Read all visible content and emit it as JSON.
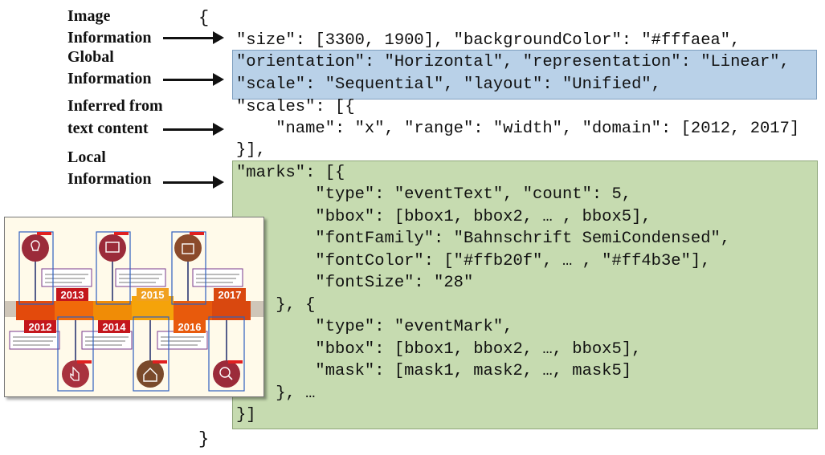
{
  "labels": {
    "image_1": "Image",
    "image_2": "Information",
    "global_1": "Global",
    "global_2": "Information",
    "inferred_1": "Inferred from",
    "inferred_2": "text content",
    "local_1": "Local",
    "local_2": "Information"
  },
  "braces": {
    "open": "{",
    "close": "}"
  },
  "code": {
    "line1": "\"size\": [3300, 1900], \"backgroundColor\": \"#fffaea\",",
    "line2": "\"orientation\": \"Horizontal\", \"representation\": \"Linear\",",
    "line3": "\"scale\": \"Sequential\", \"layout\": \"Unified\",",
    "line4": "\"scales\": [{",
    "line5": "    \"name\": \"x\", \"range\": \"width\", \"domain\": [2012, 2017]",
    "line6": "}],",
    "line7": "\"marks\": [{",
    "line8": "        \"type\": \"eventText\", \"count\": 5,",
    "line9": "        \"bbox\": [bbox1, bbox2, … , bbox5],",
    "line10": "        \"fontFamily\": \"Bahnschrift SemiCondensed\",",
    "line11": "        \"fontColor\": [\"#ffb20f\", … , \"#ff4b3e\"],",
    "line12": "        \"fontSize\": \"28\"",
    "line13": "    }, {",
    "line14": "        \"type\": \"eventMark\",",
    "line15": "        \"bbox\": [bbox1, bbox2, …, bbox5],",
    "line16": "        \"mask\": [mask1, mask2, …, mask5]",
    "line17": "    }, …",
    "line18": "}]"
  },
  "timeline": {
    "background": "#fffaea",
    "top_years": [
      "2013",
      "2015",
      "2017"
    ],
    "bottom_years": [
      "2012",
      "2014",
      "2016"
    ],
    "top_icons": [
      "lightbulb-icon",
      "presentation-icon",
      "bag-icon"
    ],
    "bottom_icons": [
      "hand-pointer-icon",
      "home-icon",
      "search-icon"
    ],
    "top_icon_colors": [
      "#9b2b3a",
      "#9b2b3a",
      "#8b4a2b"
    ],
    "bottom_icon_colors": [
      "#a8323e",
      "#7a4a2b",
      "#9b2b3a"
    ],
    "band_colors": [
      "#e34a0c",
      "#f06a0a",
      "#f08c06",
      "#f5a30a",
      "#e85a0c",
      "#d9480f"
    ]
  }
}
